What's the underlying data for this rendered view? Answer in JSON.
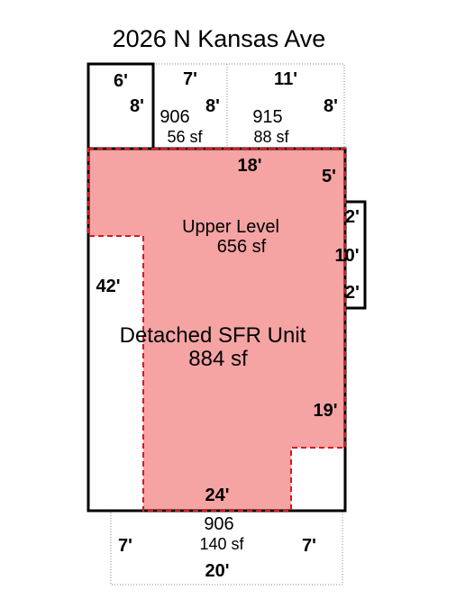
{
  "title": "2026 N Kansas Ave",
  "dimensions": {
    "top_left_width": "6'",
    "top_left_depth": "8'",
    "top_mid_width": "7'",
    "top_mid_depth": "8'",
    "top_right_width": "11'",
    "top_right_depth": "8'",
    "upper_width": "18'",
    "upper_right_offset": "5'",
    "bump_top": "2'",
    "bump_mid": "10'",
    "bump_bottom": "2'",
    "left_depth": "42'",
    "right_depth": "19'",
    "bottom_width": "24'",
    "bottom_left_depth": "7'",
    "bottom_right_depth": "7'",
    "bottom_porch_width": "20'"
  },
  "areas": {
    "area_906_top_code": "906",
    "area_906_top_sf": "56 sf",
    "area_915_code": "915",
    "area_915_sf": "88 sf",
    "upper_level_name": "Upper Level",
    "upper_level_sf": "656 sf",
    "unit_name": "Detached SFR Unit",
    "unit_sf": "884 sf",
    "area_906_bottom_code": "906",
    "area_906_bottom_sf": "140 sf"
  },
  "colors": {
    "fill": "#F5A3A3",
    "dashed": "#E0141E",
    "line": "#000000",
    "dotted": "#888888"
  }
}
